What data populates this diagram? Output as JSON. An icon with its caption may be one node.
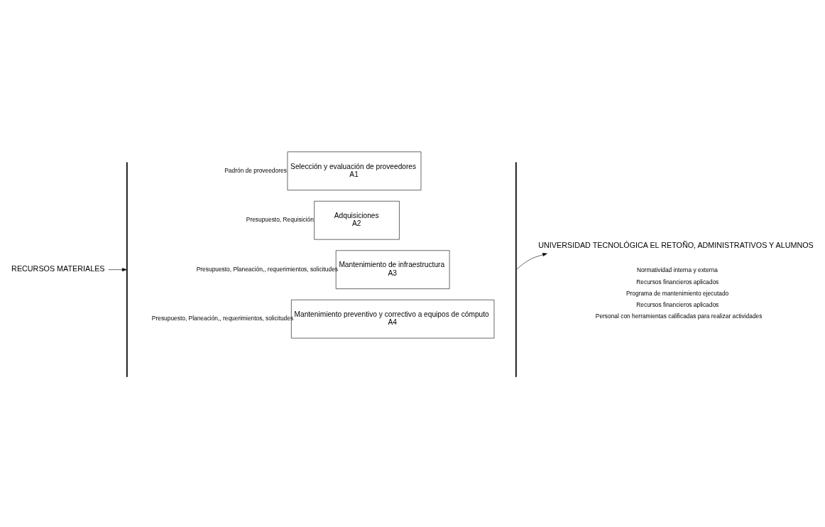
{
  "diagram": {
    "nodes": [
      {
        "text": [
          "RECURSOS MATERIALES"
        ]
      },
      {
        "text": [],
        "shape": "bar"
      },
      {
        "text": [
          "Selección y evaluación de proveedores",
          "A1"
        ],
        "beside": [
          "Padrón de proveedores"
        ]
      },
      {
        "text": [
          "Adquisiciones",
          "A2"
        ],
        "beside": [
          "Presupuesto, Requisición"
        ]
      },
      {
        "text": [
          "Mantenimiento de infraestructura",
          "A3"
        ],
        "beside": [
          "Presupuesto, Planeación,, requerimientos, solicitudes"
        ]
      },
      {
        "text": [
          "Mantenimiento preventivo y correctivo a equipos de cómputo",
          "A4"
        ],
        "beside": [
          "Presupuesto, Planeación,, requerimientos, solicitudes"
        ]
      },
      {
        "text": [],
        "shape": "bar"
      },
      {
        "text": [
          "UNIVERSIDAD TECNOLÓGICA EL RETOÑO, ADMINISTRATIVOS Y ALUMNOS"
        ]
      }
    ],
    "edges": [
      {
        "from": 0,
        "to": 1,
        "arrow": "to"
      },
      {
        "from": 6,
        "to": 7,
        "arrow": "to"
      }
    ],
    "labels": [
      "Normatividad interna y externa",
      "Recursos financieros aplicados",
      "Programa de mantenimiento ejecutado",
      "Recursos financieros aplicados",
      "Personal con herramientas calificadas para realizar actividades"
    ]
  }
}
